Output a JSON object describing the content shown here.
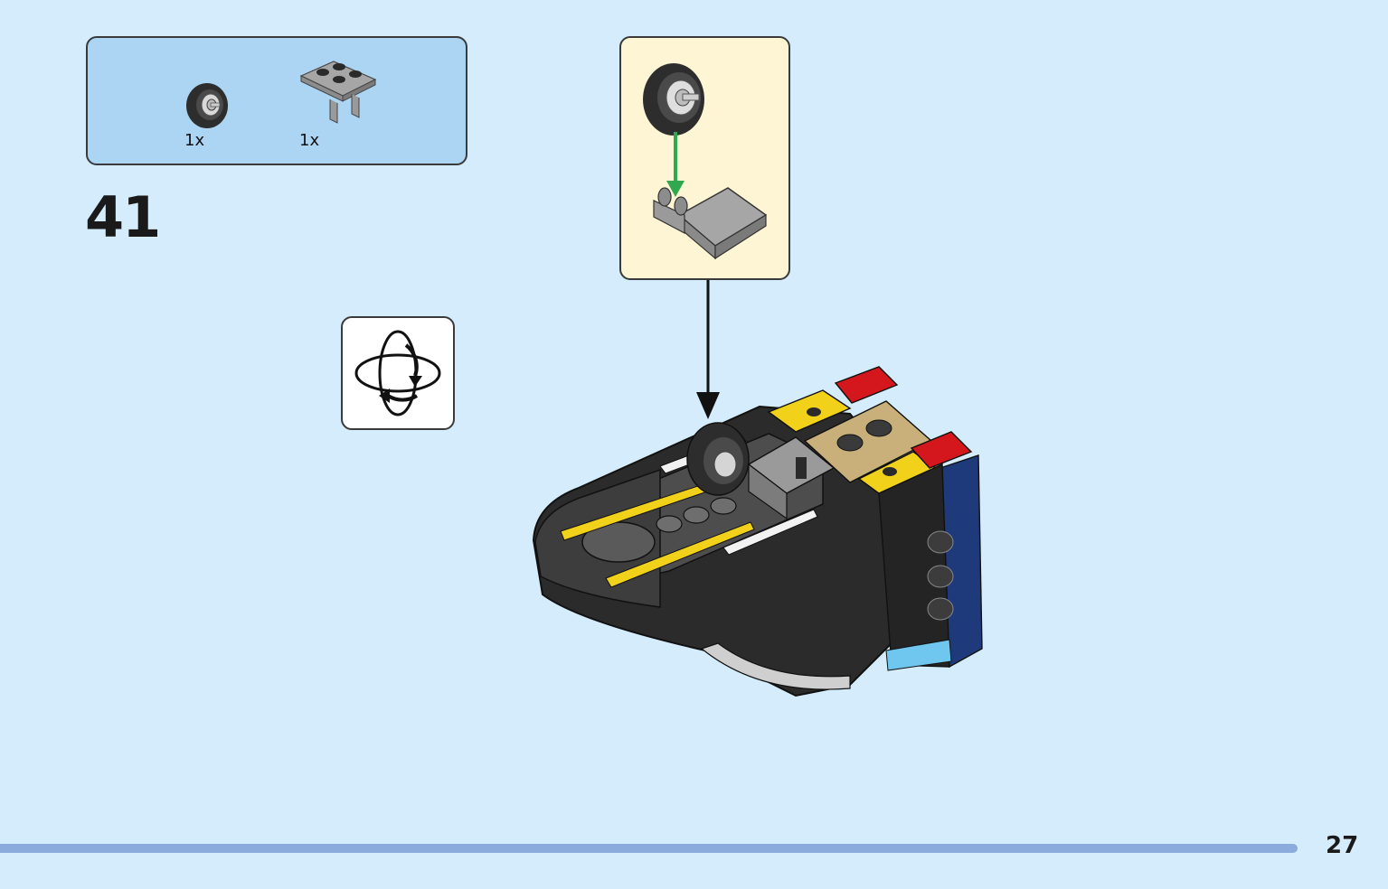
{
  "parts": {
    "items": [
      {
        "icon": "tire-wheel-icon",
        "qty": "1x",
        "color": "#3b3b3b"
      },
      {
        "icon": "plate-with-clips-icon",
        "qty": "1x",
        "color": "#9e9e9e"
      }
    ]
  },
  "step": {
    "number": "41"
  },
  "rotate": {
    "icon": "rotate-model-icon"
  },
  "page": {
    "number": "27",
    "progress": 0.935
  },
  "colors": {
    "background": "#d4ecfb",
    "parts_panel": "#acd4f3",
    "subassembly_panel": "#fdf5d3",
    "progress_bar": "#8aabdc",
    "guide_arrow": "#2fa84f"
  }
}
